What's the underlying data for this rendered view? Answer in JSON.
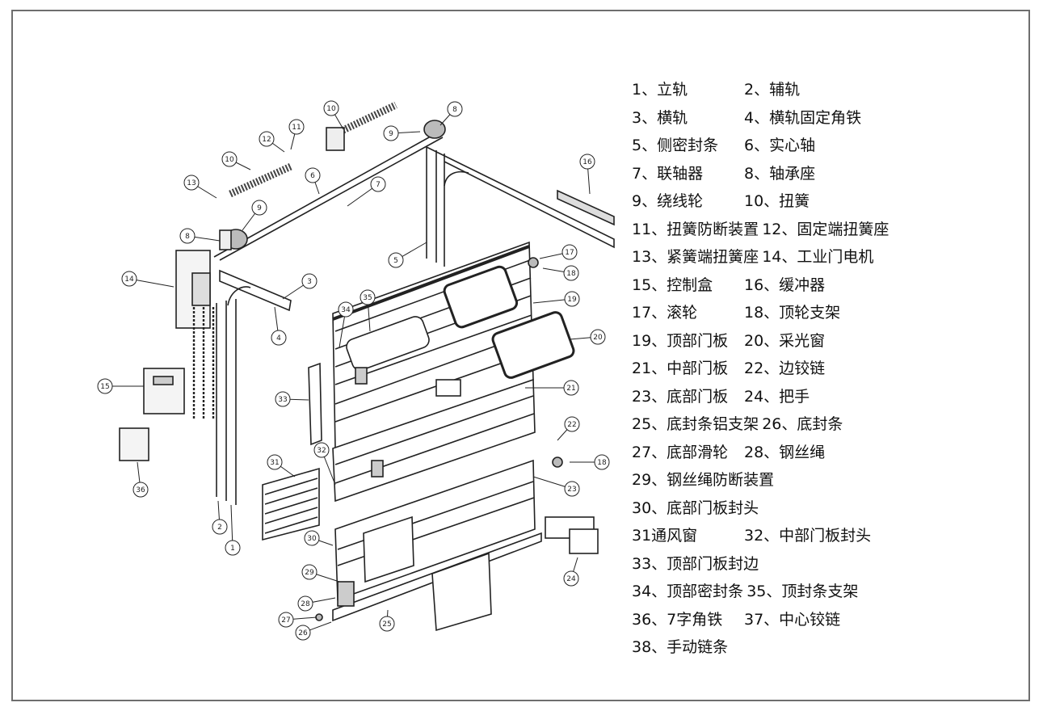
{
  "legend": [
    [
      "1、立轨",
      "2、辅轨"
    ],
    [
      "3、横轨",
      "4、横轨固定角铁"
    ],
    [
      "5、侧密封条",
      "6、实心轴"
    ],
    [
      "7、联轴器",
      "8、轴承座"
    ],
    [
      "9、绕线轮",
      "10、扭簧"
    ],
    [
      "11、扭簧防断装置",
      "12、固定端扭簧座"
    ],
    [
      "13、紧簧端扭簧座",
      "14、工业门电机"
    ],
    [
      "15、控制盒",
      "16、缓冲器"
    ],
    [
      "17、滚轮",
      "18、顶轮支架"
    ],
    [
      "19、顶部门板",
      "20、采光窗"
    ],
    [
      "21、中部门板",
      "22、边铰链"
    ],
    [
      "23、底部门板",
      "24、把手"
    ],
    [
      "25、底封条铝支架",
      "26、底封条"
    ],
    [
      "27、底部滑轮",
      "28、钢丝绳"
    ],
    [
      "29、钢丝绳防断装置"
    ],
    [
      "30、底部门板封头"
    ],
    [
      "31通风窗",
      "32、中部门板封头"
    ],
    [
      "33、顶部门板封边"
    ],
    [
      "34、顶部密封条",
      "35、顶封条支架"
    ],
    [
      "36、7字角铁",
      "37、中心铰链"
    ],
    [
      "38、手动链条"
    ]
  ],
  "callouts": [
    "1",
    "2",
    "3",
    "4",
    "5",
    "6",
    "7",
    "8",
    "9",
    "10",
    "11",
    "12",
    "13",
    "14",
    "15",
    "16",
    "17",
    "18",
    "19",
    "20",
    "21",
    "22",
    "23",
    "24",
    "25",
    "26",
    "27",
    "28",
    "29",
    "30",
    "31",
    "32",
    "33",
    "34",
    "35",
    "36"
  ]
}
